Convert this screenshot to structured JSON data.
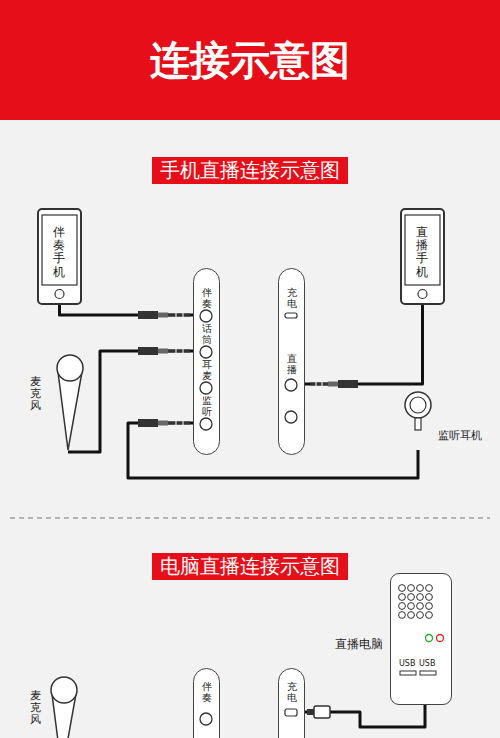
{
  "diagram": {
    "title": "连接示意图",
    "nodes": [
      {
        "text": [
          "伴奏手机"
        ]
      },
      {
        "text": [
          "伴奏",
          "话筒",
          "耳麦",
          "监听"
        ]
      },
      {
        "text": [
          "充电",
          "直播"
        ]
      },
      {
        "text": [
          "直播手机"
        ]
      },
      {
        "text": [
          "麦克风"
        ]
      },
      {
        "text": [
          "监听耳机"
        ]
      },
      {
        "text": [
          "直播电脑",
          "USB",
          "USB"
        ]
      },
      {
        "text": [
          "伴奏"
        ]
      },
      {
        "text": [
          "充电"
        ]
      },
      {
        "text": [
          "麦克风"
        ]
      }
    ],
    "edges": [
      {
        "from": 0,
        "to": 1,
        "arrow": "none"
      },
      {
        "from": 4,
        "to": 1,
        "arrow": "none"
      },
      {
        "from": 5,
        "to": 1,
        "arrow": "none"
      },
      {
        "from": 3,
        "to": 2,
        "arrow": "none"
      },
      {
        "from": 8,
        "to": 6,
        "arrow": "none"
      }
    ],
    "labels": [
      "手机直播连接示意图",
      "电脑直播连接示意图"
    ]
  }
}
